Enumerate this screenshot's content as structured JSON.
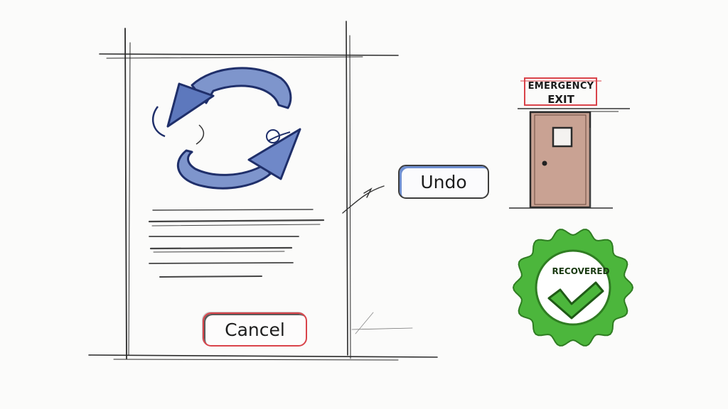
{
  "dialog": {
    "cancel_label": "Cancel"
  },
  "undo": {
    "label": "Undo"
  },
  "exit_sign": {
    "line1": "EMERGENCY",
    "line2": "EXIT",
    "sign_border_color": "#d9434a",
    "door_color": "#c9a293"
  },
  "badge": {
    "label": "RECOVERED",
    "color": "#4cb63c",
    "icon": "checkmark-icon"
  },
  "colors": {
    "arrow_fill": "#7e95cc",
    "arrow_outline": "#1f2f6a",
    "sketch_line": "#2b2b2b"
  }
}
